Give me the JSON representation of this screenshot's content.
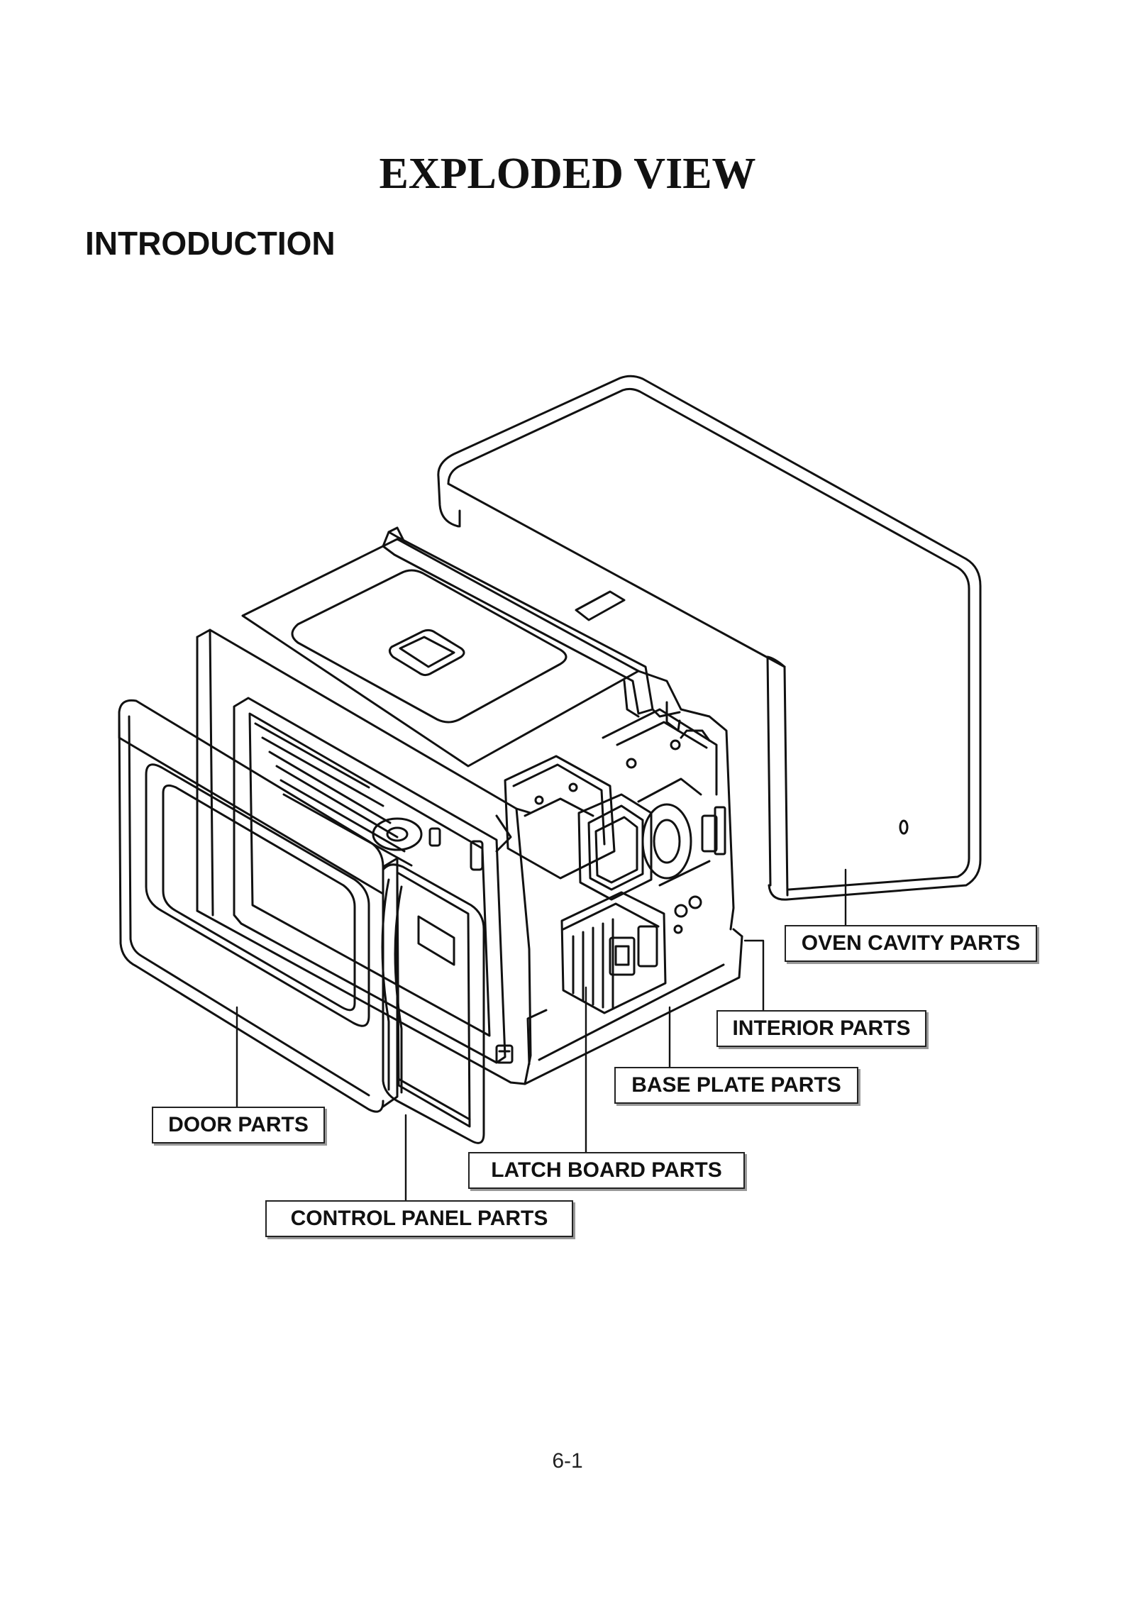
{
  "page": {
    "title": "EXPLODED VIEW",
    "subtitle": "INTRODUCTION",
    "page_number": "6-1"
  },
  "callouts": {
    "oven_cavity": "OVEN CAVITY PARTS",
    "interior": "INTERIOR PARTS",
    "base_plate": "BASE PLATE PARTS",
    "door": "DOOR PARTS",
    "latch_board": "LATCH BOARD PARTS",
    "control_panel": "CONTROL PANEL PARTS"
  }
}
